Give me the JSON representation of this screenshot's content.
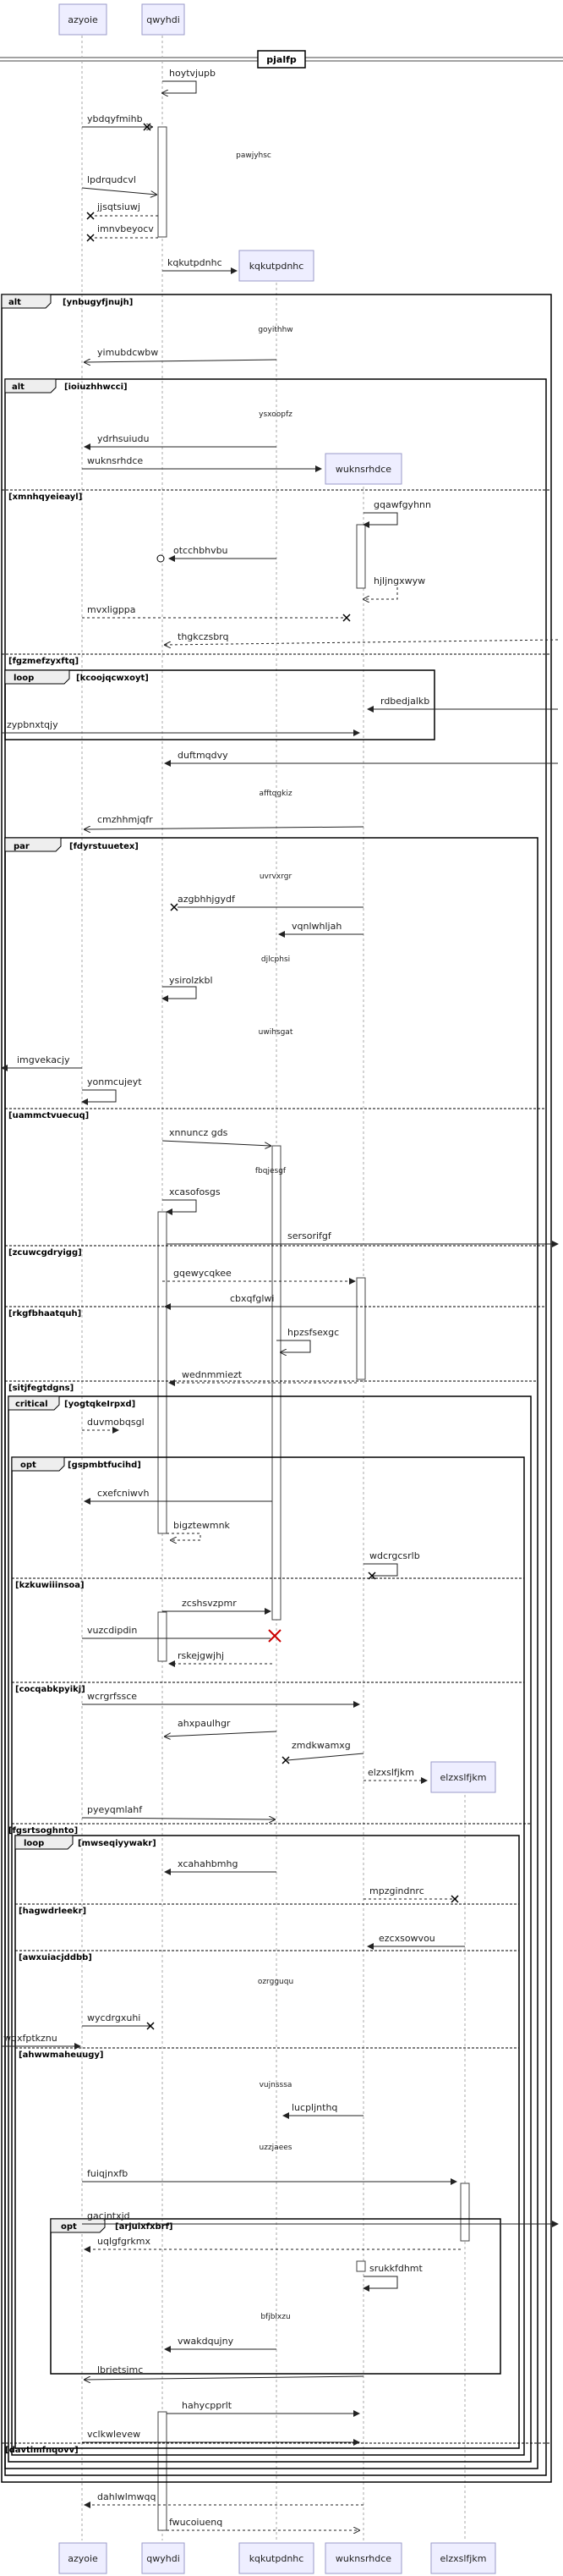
{
  "title": "pjalfp",
  "participants": [
    {
      "id": "azyoie",
      "label": "azyoie"
    },
    {
      "id": "qwyhdi",
      "label": "qwyhdi"
    },
    {
      "id": "kqkutpdnhc",
      "label": "kqkutpdnhc"
    },
    {
      "id": "wuknsrhdce",
      "label": "wuknsrhdce"
    },
    {
      "id": "elzxslfjkm",
      "label": "elzxslfjkm"
    }
  ],
  "messages": [
    {
      "id": "m1",
      "text": "hoytvjupb"
    },
    {
      "id": "m2",
      "text": "ybdqyfmihb"
    },
    {
      "id": "m3",
      "text": "pawjyhsc"
    },
    {
      "id": "m4",
      "text": "lpdrqudcvl"
    },
    {
      "id": "m5",
      "text": "jjsqtsiuwj"
    },
    {
      "id": "m6",
      "text": "imnvbeyocv"
    },
    {
      "id": "m7",
      "text": "kqkutpdnhc"
    },
    {
      "id": "m8",
      "text": "goyithhw"
    },
    {
      "id": "m9",
      "text": "yimubdcwbw"
    },
    {
      "id": "m10",
      "text": "ysxoopfz"
    },
    {
      "id": "m11",
      "text": "ydrhsuiudu"
    },
    {
      "id": "m12",
      "text": "wuknsrhdce"
    },
    {
      "id": "m13",
      "text": "gqawfgyhnn"
    },
    {
      "id": "m14",
      "text": "otcchbhvbu"
    },
    {
      "id": "m15",
      "text": "hjljngxwyw"
    },
    {
      "id": "m16",
      "text": "mvxligppa"
    },
    {
      "id": "m17",
      "text": "thgkczsbrq"
    },
    {
      "id": "m18",
      "text": "rdbedjalkb"
    },
    {
      "id": "m19",
      "text": "zypbnxtqjy"
    },
    {
      "id": "m20",
      "text": "duftmqdvy"
    },
    {
      "id": "m21",
      "text": "afftqgkiz"
    },
    {
      "id": "m22",
      "text": "cmzhhmjqfr"
    },
    {
      "id": "m23",
      "text": "uvrvxrgr"
    },
    {
      "id": "m24",
      "text": "azgbhhjgydf"
    },
    {
      "id": "m25",
      "text": "vqnlwhljah"
    },
    {
      "id": "m26",
      "text": "djlcphsi"
    },
    {
      "id": "m27",
      "text": "ysirolzkbl"
    },
    {
      "id": "m28",
      "text": "uwihsgat"
    },
    {
      "id": "m29",
      "text": "imgvekacjy"
    },
    {
      "id": "m30",
      "text": "yonmcujeyt"
    },
    {
      "id": "m31",
      "text": "xnnuncz gds"
    },
    {
      "id": "m32",
      "text": "fbqjesgf"
    },
    {
      "id": "m33",
      "text": "xcasofosgs"
    },
    {
      "id": "m34",
      "text": "sersorifgf"
    },
    {
      "id": "m35",
      "text": "gqewycqkee"
    },
    {
      "id": "m36",
      "text": "cbxqfglwi"
    },
    {
      "id": "m37",
      "text": "hpzsfsexgc"
    },
    {
      "id": "m38",
      "text": "wednmmiezt"
    },
    {
      "id": "m39",
      "text": "duvmobqsgl"
    },
    {
      "id": "m40",
      "text": "cxefcniwvh"
    },
    {
      "id": "m41",
      "text": "bigztewmnk"
    },
    {
      "id": "m42",
      "text": "wdcrgcsrlb"
    },
    {
      "id": "m43",
      "text": "zcshsvzpmr"
    },
    {
      "id": "m44",
      "text": "vuzcdipdin"
    },
    {
      "id": "m45",
      "text": "rskejgwjhj"
    },
    {
      "id": "m46",
      "text": "wcrgrfssce"
    },
    {
      "id": "m47",
      "text": "ahxpaulhgr"
    },
    {
      "id": "m48",
      "text": "zmdkwamxg"
    },
    {
      "id": "m49",
      "text": "elzxslfjkm"
    },
    {
      "id": "m50",
      "text": "pyeyqmlahf"
    },
    {
      "id": "m51",
      "text": "xcahahbmhg"
    },
    {
      "id": "m52",
      "text": "mpzgindnrc"
    },
    {
      "id": "m53",
      "text": "ezcxsowvou"
    },
    {
      "id": "m54",
      "text": "ozrgguqu"
    },
    {
      "id": "m55",
      "text": "wycdrgxuhi"
    },
    {
      "id": "m56",
      "text": "wqxfptkznu"
    },
    {
      "id": "m57",
      "text": "vujnsssa"
    },
    {
      "id": "m58",
      "text": "lucpljnthq"
    },
    {
      "id": "m59",
      "text": "uzzjaees"
    },
    {
      "id": "m60",
      "text": "fuiqjnxfb"
    },
    {
      "id": "m61",
      "text": "gacjntxjd"
    },
    {
      "id": "m62",
      "text": "uqlgfgrkmx"
    },
    {
      "id": "m63",
      "text": "srukkfdhmt"
    },
    {
      "id": "m64",
      "text": "bfjblxzu"
    },
    {
      "id": "m65",
      "text": "vwakdqujny"
    },
    {
      "id": "m66",
      "text": "lbrjetsjmc"
    },
    {
      "id": "m67",
      "text": "hahycpprlt"
    },
    {
      "id": "m68",
      "text": "vclkwlevew"
    },
    {
      "id": "m69",
      "text": "dahlwlmwqq"
    },
    {
      "id": "m70",
      "text": "fwucoiuenq"
    }
  ],
  "fragments": [
    {
      "id": "f1",
      "keyword": "alt",
      "guard": "[ynbugyfjnujh]"
    },
    {
      "id": "f2",
      "keyword": "alt",
      "guard": "[ioiuzhhwcci]"
    },
    {
      "id": "f3",
      "keyword": "",
      "guard": "[xmnhqyeieayl]"
    },
    {
      "id": "f4",
      "keyword": "",
      "guard": "[fgzmefzyxftq]"
    },
    {
      "id": "f5",
      "keyword": "loop",
      "guard": "[kcoojqcwxoyt]"
    },
    {
      "id": "f6",
      "keyword": "par",
      "guard": "[fdyrstuuetex]"
    },
    {
      "id": "f7",
      "keyword": "",
      "guard": "[uammctvuecuq]"
    },
    {
      "id": "f8",
      "keyword": "",
      "guard": "[zcuwcgdryigg]"
    },
    {
      "id": "f9",
      "keyword": "",
      "guard": "[rkgfbhaatquh]"
    },
    {
      "id": "f10",
      "keyword": "",
      "guard": "[sitjfegtdgns]"
    },
    {
      "id": "f11",
      "keyword": "critical",
      "guard": "[yogtqkeIrpxd]"
    },
    {
      "id": "f12",
      "keyword": "opt",
      "guard": "[gspmbtfucihd]"
    },
    {
      "id": "f13",
      "keyword": "",
      "guard": "[kzkuwiiinsoa]"
    },
    {
      "id": "f14",
      "keyword": "",
      "guard": "[cocqabkpyikj]"
    },
    {
      "id": "f15",
      "keyword": "",
      "guard": "[fgsrtsoghnto]"
    },
    {
      "id": "f16",
      "keyword": "loop",
      "guard": "[mwseqiyywakr]"
    },
    {
      "id": "f17",
      "keyword": "",
      "guard": "[hagwdrleekr]"
    },
    {
      "id": "f18",
      "keyword": "",
      "guard": "[awxuiacjddbb]"
    },
    {
      "id": "f19",
      "keyword": "",
      "guard": "[ahwwmaheuugy]"
    },
    {
      "id": "f20",
      "keyword": "opt",
      "guard": "[arjuixfxbrf]"
    },
    {
      "id": "f21",
      "keyword": "",
      "guard": "[davtimfnqovv]"
    }
  ]
}
